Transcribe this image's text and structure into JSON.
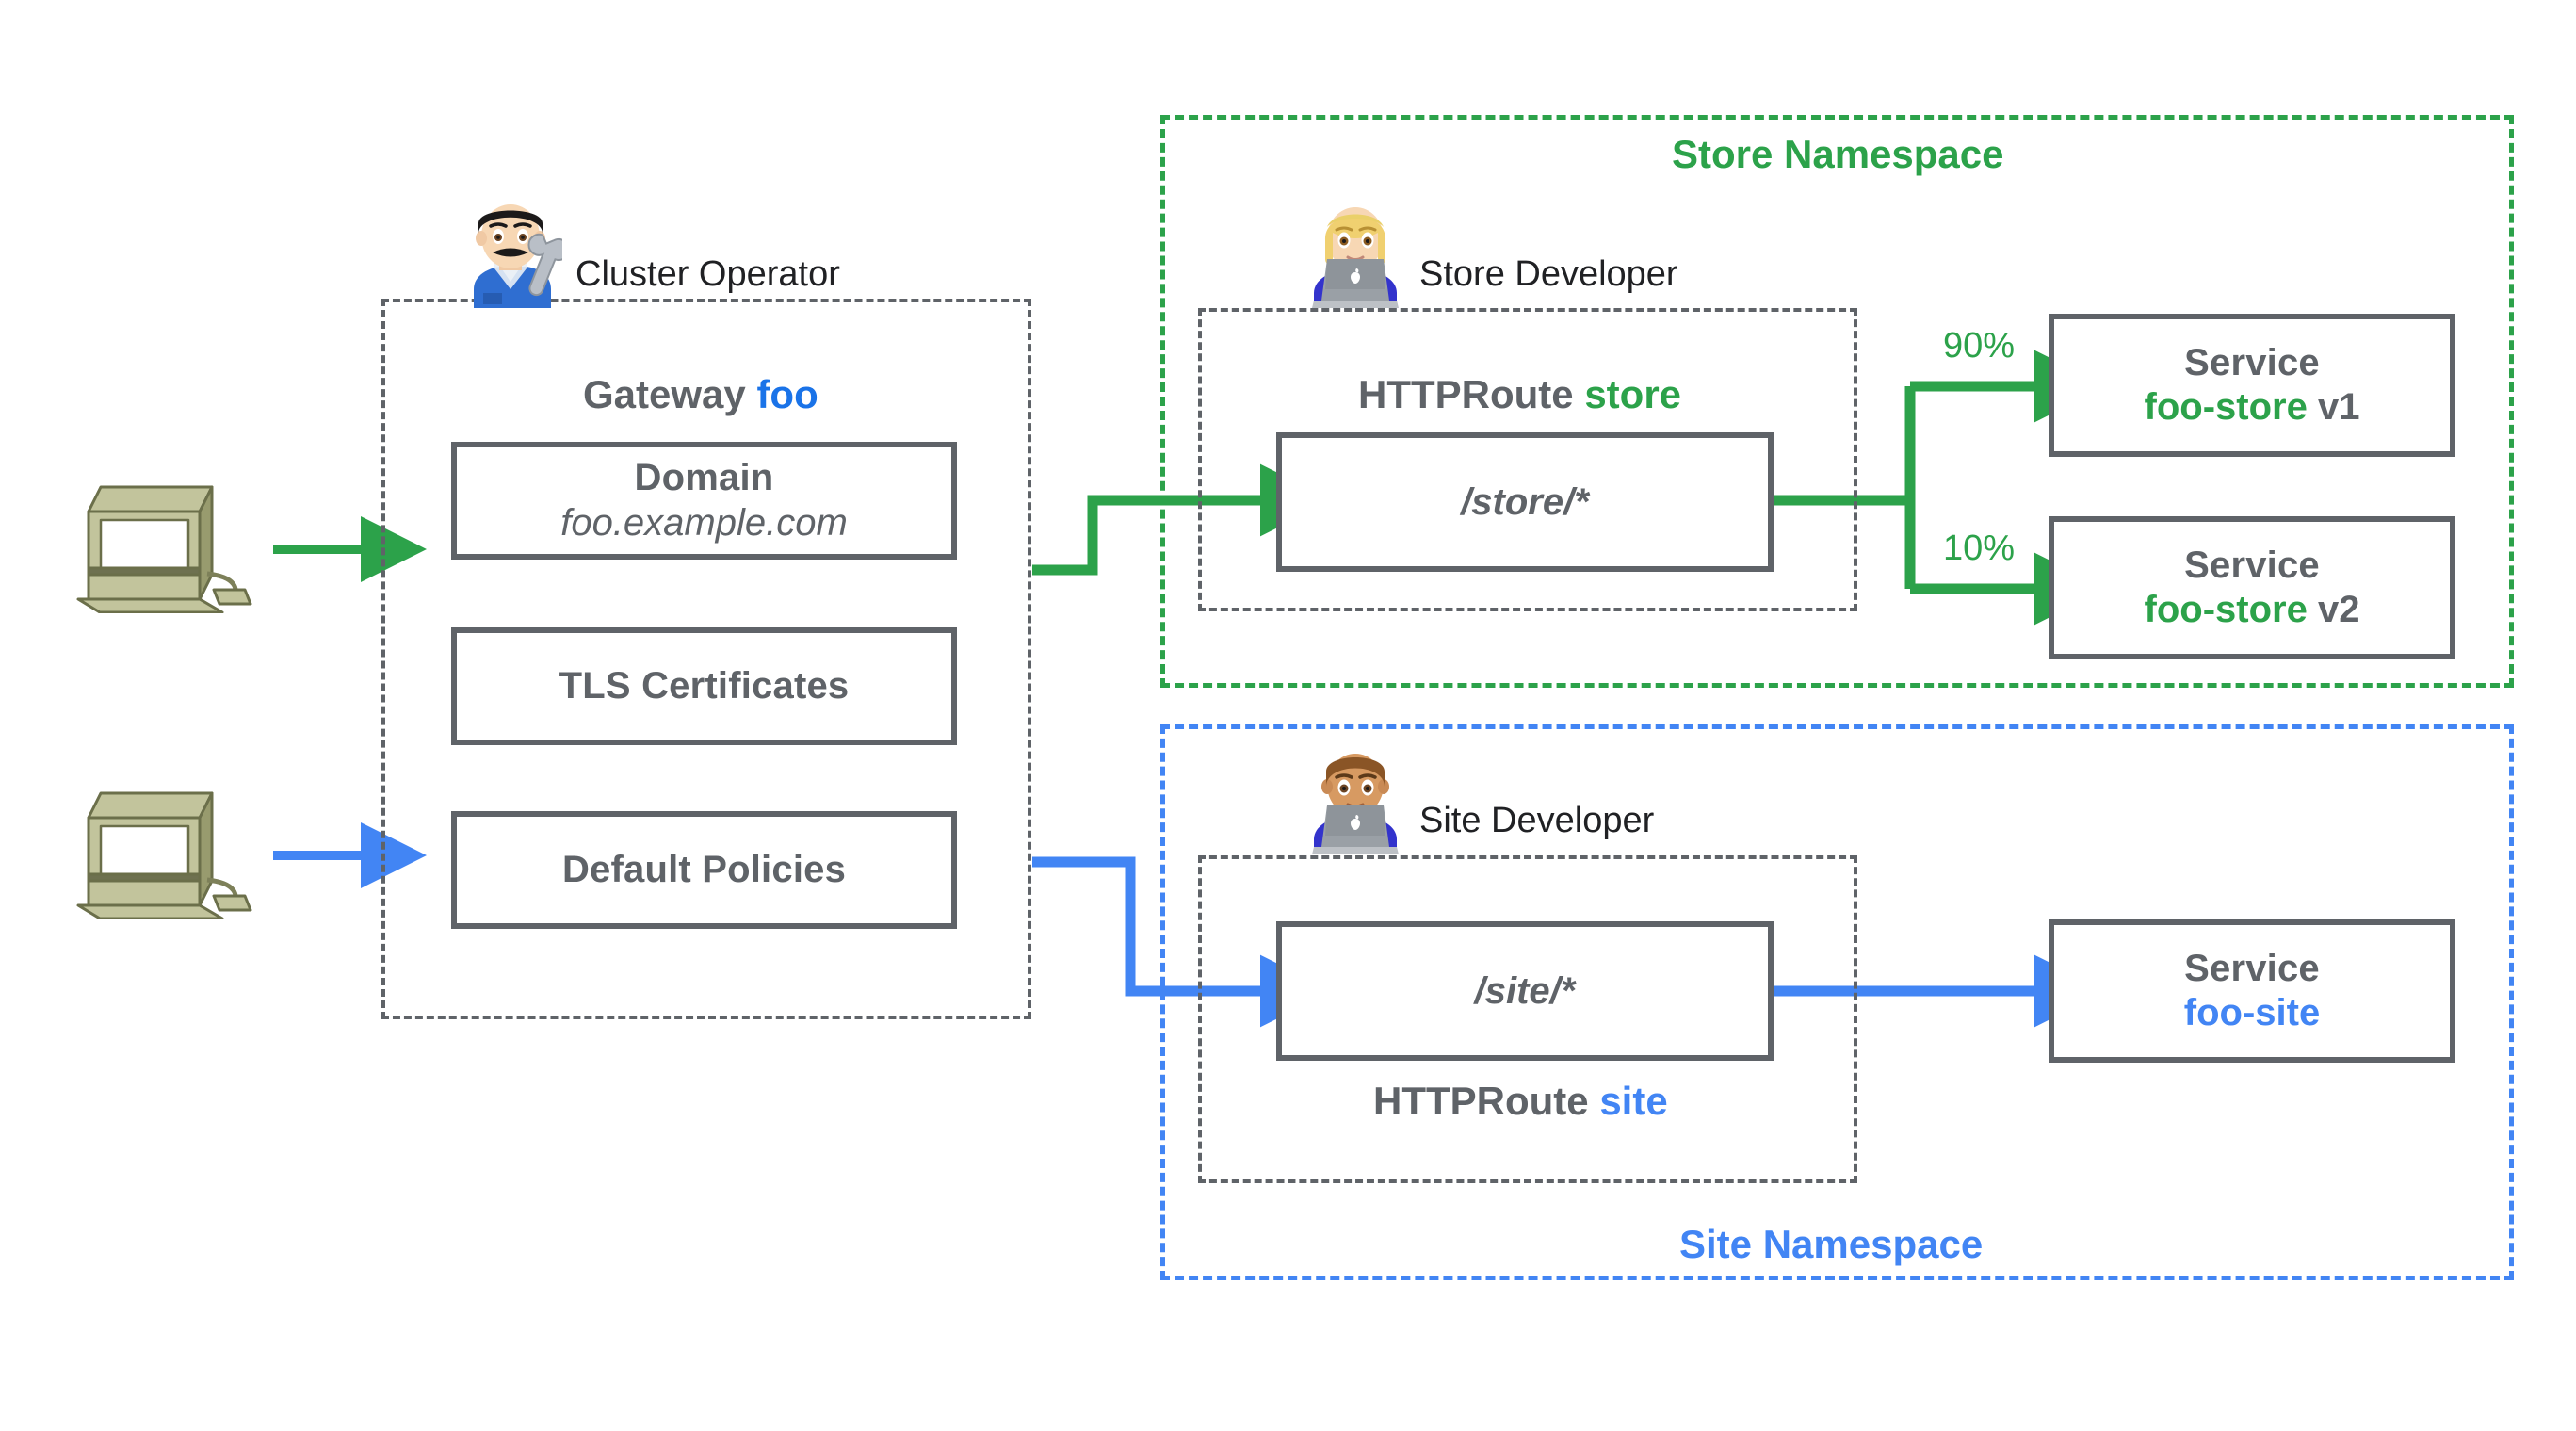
{
  "diagram": {
    "title": "Kubernetes Gateway API role-oriented routing diagram",
    "colors": {
      "green": "#2ca24a",
      "blue": "#4285f4",
      "blue_strong": "#1a73e8",
      "gray": "#5f6368",
      "black": "#202124",
      "white": "#ffffff"
    }
  },
  "clients": [
    {
      "name": "client-computer-top",
      "icon": "desktop-computer-icon",
      "arrow_color": "#2ca24a"
    },
    {
      "name": "client-computer-bottom",
      "icon": "desktop-computer-icon",
      "arrow_color": "#4285f4"
    }
  ],
  "gateway": {
    "persona": {
      "label": "Cluster Operator",
      "icon": "man-mechanic-emoji"
    },
    "title_prefix": "Gateway",
    "title_name": "foo",
    "resources": [
      {
        "line1": "Domain",
        "line2": "foo.example.com",
        "line2_style": "italic"
      },
      {
        "line1": "TLS Certificates",
        "line2": ""
      },
      {
        "line1": "Default Policies",
        "line2": ""
      }
    ]
  },
  "namespaces": [
    {
      "id": "store",
      "label": "Store Namespace",
      "label_position": "top-center",
      "color": "#2ca24a",
      "persona": {
        "label": "Store Developer",
        "icon": "woman-technologist-emoji"
      },
      "route": {
        "title_prefix": "HTTPRoute",
        "title_name": "store",
        "title_position": "above",
        "match": "/store/*"
      },
      "backends": [
        {
          "weight": "90%",
          "line1": "Service",
          "name": "foo-store",
          "version": "v1"
        },
        {
          "weight": "10%",
          "line1": "Service",
          "name": "foo-store",
          "version": "v2"
        }
      ]
    },
    {
      "id": "site",
      "label": "Site Namespace",
      "label_position": "bottom-center",
      "color": "#4285f4",
      "persona": {
        "label": "Site Developer",
        "icon": "man-technologist-emoji"
      },
      "route": {
        "title_prefix": "HTTPRoute",
        "title_name": "site",
        "title_position": "below",
        "match": "/site/*"
      },
      "backends": [
        {
          "weight": "",
          "line1": "Service",
          "name": "foo-site",
          "version": ""
        }
      ]
    }
  ]
}
